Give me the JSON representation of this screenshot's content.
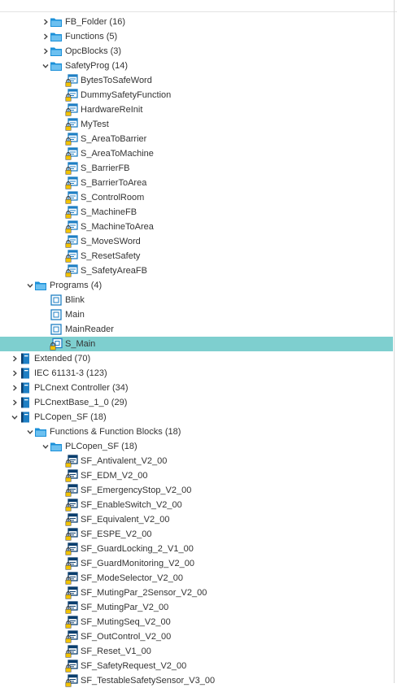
{
  "tree": {
    "rows": [
      {
        "label": "FB_Folder",
        "count": "(16)",
        "depth": 3,
        "toggle": "collapsed",
        "icon": "folder-icon"
      },
      {
        "label": "Functions",
        "count": "(5)",
        "depth": 3,
        "toggle": "collapsed",
        "icon": "folder-icon"
      },
      {
        "label": "OpcBlocks",
        "count": "(3)",
        "depth": 3,
        "toggle": "collapsed",
        "icon": "folder-icon"
      },
      {
        "label": "SafetyProg",
        "count": "(14)",
        "depth": 3,
        "toggle": "expanded",
        "icon": "folder-icon"
      },
      {
        "label": "BytesToSafeWord",
        "count": "",
        "depth": 4,
        "toggle": "none",
        "icon": "safety-function-block-icon"
      },
      {
        "label": "DummySafetyFunction",
        "count": "",
        "depth": 4,
        "toggle": "none",
        "icon": "safety-function-block-icon"
      },
      {
        "label": "HardwareReInit",
        "count": "",
        "depth": 4,
        "toggle": "none",
        "icon": "safety-function-block-icon"
      },
      {
        "label": "MyTest",
        "count": "",
        "depth": 4,
        "toggle": "none",
        "icon": "safety-function-block-icon"
      },
      {
        "label": "S_AreaToBarrier",
        "count": "",
        "depth": 4,
        "toggle": "none",
        "icon": "safety-function-block-icon"
      },
      {
        "label": "S_AreaToMachine",
        "count": "",
        "depth": 4,
        "toggle": "none",
        "icon": "safety-function-block-icon"
      },
      {
        "label": "S_BarrierFB",
        "count": "",
        "depth": 4,
        "toggle": "none",
        "icon": "safety-function-block-icon"
      },
      {
        "label": "S_BarrierToArea",
        "count": "",
        "depth": 4,
        "toggle": "none",
        "icon": "safety-function-block-icon"
      },
      {
        "label": "S_ControlRoom",
        "count": "",
        "depth": 4,
        "toggle": "none",
        "icon": "safety-function-block-icon"
      },
      {
        "label": "S_MachineFB",
        "count": "",
        "depth": 4,
        "toggle": "none",
        "icon": "safety-function-block-icon"
      },
      {
        "label": "S_MachineToArea",
        "count": "",
        "depth": 4,
        "toggle": "none",
        "icon": "safety-function-block-icon"
      },
      {
        "label": "S_MoveSWord",
        "count": "",
        "depth": 4,
        "toggle": "none",
        "icon": "safety-function-block-icon"
      },
      {
        "label": "S_ResetSafety",
        "count": "",
        "depth": 4,
        "toggle": "none",
        "icon": "safety-function-block-icon"
      },
      {
        "label": "S_SafetyAreaFB",
        "count": "",
        "depth": 4,
        "toggle": "none",
        "icon": "safety-function-block-icon"
      },
      {
        "label": "Programs",
        "count": "(4)",
        "depth": 2,
        "toggle": "expanded",
        "icon": "folder-icon"
      },
      {
        "label": "Blink",
        "count": "",
        "depth": 3,
        "toggle": "none",
        "icon": "program-icon"
      },
      {
        "label": "Main",
        "count": "",
        "depth": 3,
        "toggle": "none",
        "icon": "program-icon"
      },
      {
        "label": "MainReader",
        "count": "",
        "depth": 3,
        "toggle": "none",
        "icon": "program-icon"
      },
      {
        "label": "S_Main",
        "count": "",
        "depth": 3,
        "toggle": "none",
        "icon": "safety-program-icon",
        "selected": true
      },
      {
        "label": "Extended",
        "count": "(70)",
        "depth": 1,
        "toggle": "collapsed",
        "icon": "library-icon"
      },
      {
        "label": "IEC 61131-3",
        "count": "(123)",
        "depth": 1,
        "toggle": "collapsed",
        "icon": "library-icon"
      },
      {
        "label": "PLCnext Controller",
        "count": "(34)",
        "depth": 1,
        "toggle": "collapsed",
        "icon": "library-icon"
      },
      {
        "label": "PLCnextBase_1_0",
        "count": "(29)",
        "depth": 1,
        "toggle": "collapsed",
        "icon": "library-icon"
      },
      {
        "label": "PLCopen_SF",
        "count": "(18)",
        "depth": 1,
        "toggle": "expanded",
        "icon": "library-icon"
      },
      {
        "label": "Functions & Function Blocks",
        "count": "(18)",
        "depth": 2,
        "toggle": "expanded",
        "icon": "folder-icon"
      },
      {
        "label": "PLCopen_SF",
        "count": "(18)",
        "depth": 3,
        "toggle": "expanded",
        "icon": "folder-icon"
      },
      {
        "label": "SF_Antivalent_V2_00",
        "count": "",
        "depth": 4,
        "toggle": "none",
        "icon": "safety-library-block-icon"
      },
      {
        "label": "SF_EDM_V2_00",
        "count": "",
        "depth": 4,
        "toggle": "none",
        "icon": "safety-library-block-icon"
      },
      {
        "label": "SF_EmergencyStop_V2_00",
        "count": "",
        "depth": 4,
        "toggle": "none",
        "icon": "safety-library-block-icon"
      },
      {
        "label": "SF_EnableSwitch_V2_00",
        "count": "",
        "depth": 4,
        "toggle": "none",
        "icon": "safety-library-block-icon"
      },
      {
        "label": "SF_Equivalent_V2_00",
        "count": "",
        "depth": 4,
        "toggle": "none",
        "icon": "safety-library-block-icon"
      },
      {
        "label": "SF_ESPE_V2_00",
        "count": "",
        "depth": 4,
        "toggle": "none",
        "icon": "safety-library-block-icon"
      },
      {
        "label": "SF_GuardLocking_2_V1_00",
        "count": "",
        "depth": 4,
        "toggle": "none",
        "icon": "safety-library-block-icon"
      },
      {
        "label": "SF_GuardMonitoring_V2_00",
        "count": "",
        "depth": 4,
        "toggle": "none",
        "icon": "safety-library-block-icon"
      },
      {
        "label": "SF_ModeSelector_V2_00",
        "count": "",
        "depth": 4,
        "toggle": "none",
        "icon": "safety-library-block-icon"
      },
      {
        "label": "SF_MutingPar_2Sensor_V2_00",
        "count": "",
        "depth": 4,
        "toggle": "none",
        "icon": "safety-library-block-icon"
      },
      {
        "label": "SF_MutingPar_V2_00",
        "count": "",
        "depth": 4,
        "toggle": "none",
        "icon": "safety-library-block-icon"
      },
      {
        "label": "SF_MutingSeq_V2_00",
        "count": "",
        "depth": 4,
        "toggle": "none",
        "icon": "safety-library-block-icon"
      },
      {
        "label": "SF_OutControl_V2_00",
        "count": "",
        "depth": 4,
        "toggle": "none",
        "icon": "safety-library-block-icon"
      },
      {
        "label": "SF_Reset_V1_00",
        "count": "",
        "depth": 4,
        "toggle": "none",
        "icon": "safety-library-block-icon"
      },
      {
        "label": "SF_SafetyRequest_V2_00",
        "count": "",
        "depth": 4,
        "toggle": "none",
        "icon": "safety-library-block-icon"
      },
      {
        "label": "SF_TestableSafetySensor_V3_00",
        "count": "",
        "depth": 4,
        "toggle": "none",
        "icon": "safety-library-block-icon"
      }
    ]
  },
  "colors": {
    "selected_row": "#7ecfcf",
    "folder_blue": "#1a8fd8",
    "folder_light": "#6cc0f0",
    "icon_blue": "#1e7fc4",
    "icon_dark": "#0a3e6e",
    "lock_yellow": "#f2c200",
    "toggle_gray": "#444444",
    "text": "#333333"
  }
}
